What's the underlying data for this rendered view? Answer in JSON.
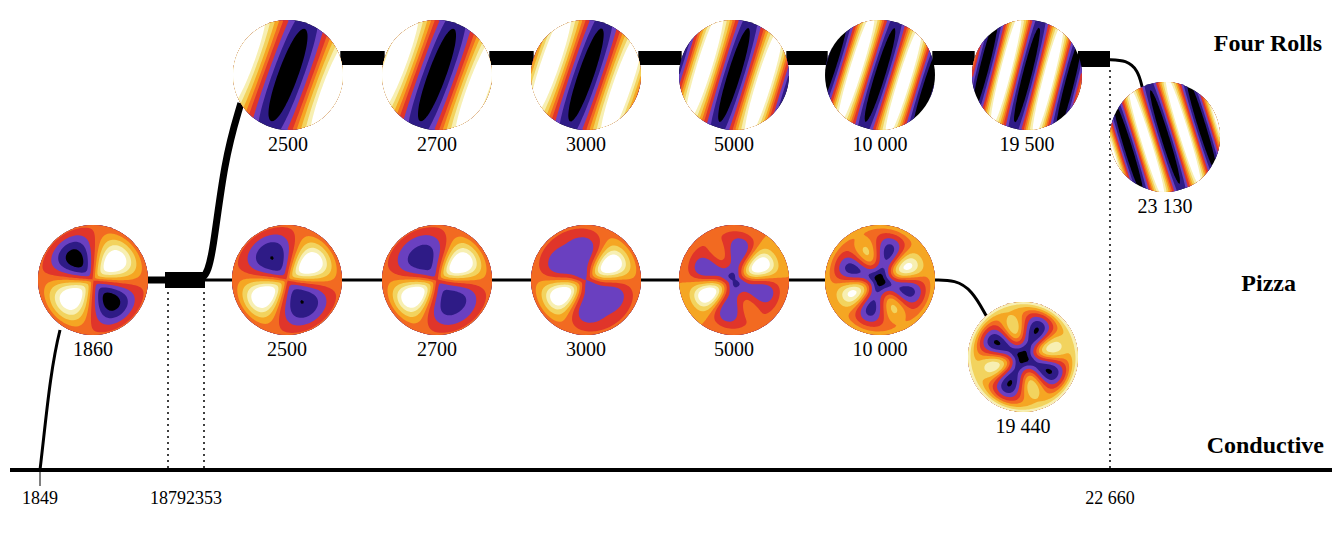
{
  "diagram": {
    "nodes": [
      {
        "text": [
          "2500"
        ]
      },
      {
        "text": [
          "2700"
        ]
      },
      {
        "text": [
          "3000"
        ]
      },
      {
        "text": [
          "5000"
        ]
      },
      {
        "text": [
          "10 000"
        ]
      },
      {
        "text": [
          "19 500"
        ]
      },
      {
        "text": [
          "23 130"
        ]
      },
      {
        "text": [
          "1860"
        ]
      },
      {
        "text": [
          "2500"
        ]
      },
      {
        "text": [
          "2700"
        ]
      },
      {
        "text": [
          "3000"
        ]
      },
      {
        "text": [
          "5000"
        ]
      },
      {
        "text": [
          "10 000"
        ]
      },
      {
        "text": [
          "19 440"
        ]
      }
    ],
    "edges": [
      {
        "from": 0,
        "to": 1,
        "arrow": "none"
      },
      {
        "from": 1,
        "to": 2,
        "arrow": "none"
      },
      {
        "from": 2,
        "to": 3,
        "arrow": "none"
      },
      {
        "from": 3,
        "to": 4,
        "arrow": "none"
      },
      {
        "from": 4,
        "to": 5,
        "arrow": "none"
      },
      {
        "from": 5,
        "to": 6,
        "arrow": "none"
      },
      {
        "from": 7,
        "to": 8,
        "arrow": "none"
      },
      {
        "from": 7,
        "to": 0,
        "arrow": "none"
      },
      {
        "from": 8,
        "to": 9,
        "arrow": "none"
      },
      {
        "from": 9,
        "to": 10,
        "arrow": "none"
      },
      {
        "from": 10,
        "to": 11,
        "arrow": "none"
      },
      {
        "from": 11,
        "to": 12,
        "arrow": "none"
      },
      {
        "from": 12,
        "to": 13,
        "arrow": "none"
      }
    ],
    "labels": [
      "Four Rolls",
      "Pizza",
      "Conductive",
      "1849",
      "1879",
      "2353",
      "22 660"
    ]
  }
}
